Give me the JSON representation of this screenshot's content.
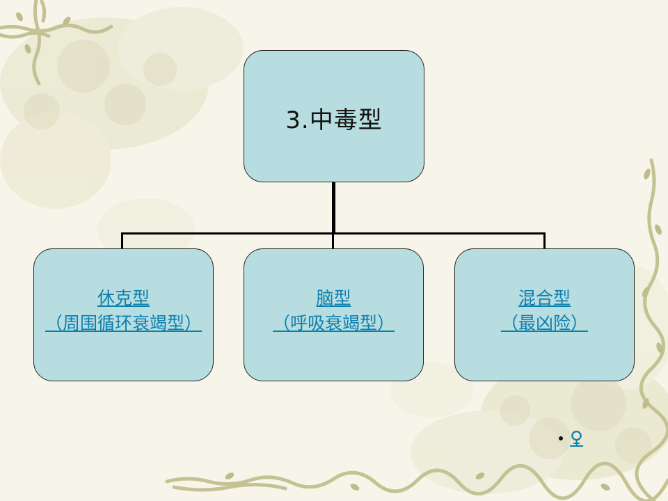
{
  "diagram": {
    "root": {
      "text": "3.中毒型"
    },
    "children": [
      {
        "line1": "休克型",
        "line2": "（周围循环衰竭型） "
      },
      {
        "line1": "脑型",
        "line2": "（呼吸衰竭型） "
      },
      {
        "line1": "混合型",
        "line2": "（最凶险） "
      }
    ]
  },
  "bullet": {
    "link_text": "♀"
  },
  "colors": {
    "box_fill": "#b7dde0",
    "link": "#0c7fae",
    "background": "#f7f5ea",
    "vine": "#c8c79a",
    "blossom": "#e3e2c9"
  }
}
